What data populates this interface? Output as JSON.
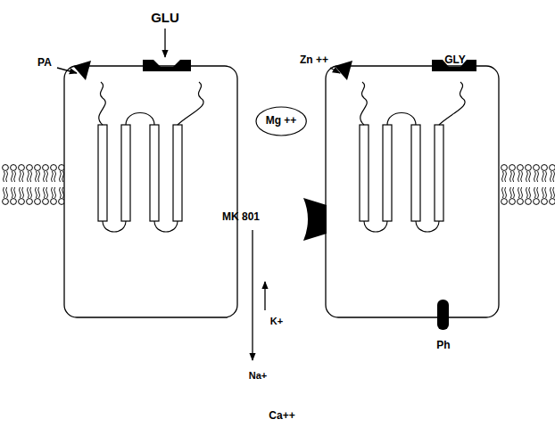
{
  "diagram": {
    "nodes": [
      {
        "text": [
          "Mg ++"
        ]
      }
    ],
    "labels": [
      "PA",
      "GLU",
      "Zn ++",
      "GLY",
      "MK 801",
      "K+",
      "Na+",
      "Ca++",
      "Ph"
    ]
  }
}
